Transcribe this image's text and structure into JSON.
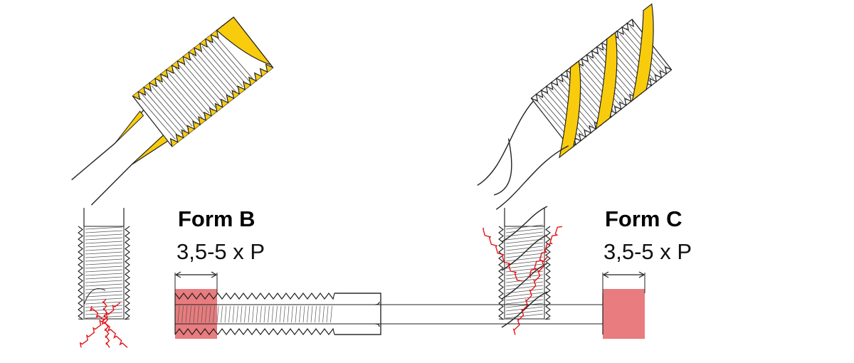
{
  "form_b": {
    "title": "Form B",
    "spec": "3,5-5 x P"
  },
  "form_c": {
    "title": "Form C",
    "spec": "3,5-5 x P"
  },
  "colors": {
    "yellow": "#f8cc0c",
    "chamfer": "#e87c7e",
    "chip": "#e3161b",
    "line": "#222222"
  }
}
